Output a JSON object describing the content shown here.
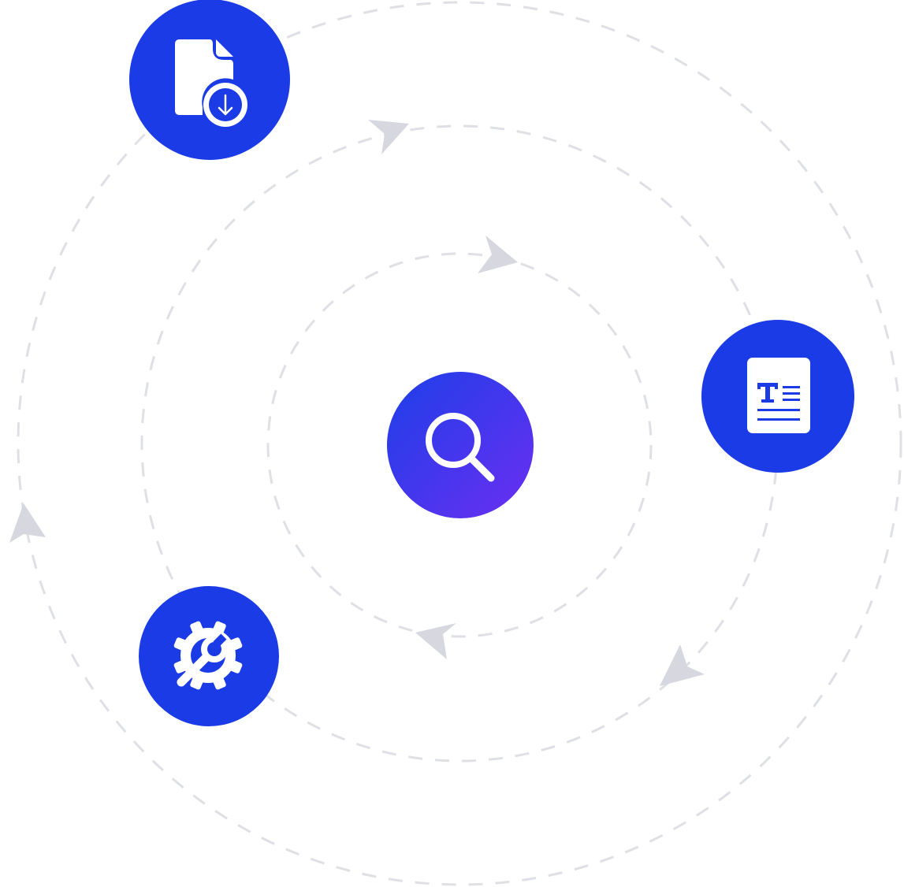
{
  "colors": {
    "node_blue": "#1a3be6",
    "hub_gradient_start": "#1d3fe8",
    "hub_gradient_end": "#6b2ef2",
    "orbit_stroke": "#dfe0e6",
    "arrow_fill": "#d6d7df",
    "glyph": "#ffffff"
  },
  "diagram": {
    "hub": {
      "icon": "search-icon"
    },
    "nodes": [
      {
        "id": "file-download",
        "icon": "file-download-icon"
      },
      {
        "id": "text-document",
        "icon": "text-document-icon"
      },
      {
        "id": "settings-tools",
        "icon": "gear-wrench-icon"
      }
    ],
    "orbits": [
      "inner",
      "middle",
      "outer"
    ],
    "flow_direction": "clockwise"
  }
}
